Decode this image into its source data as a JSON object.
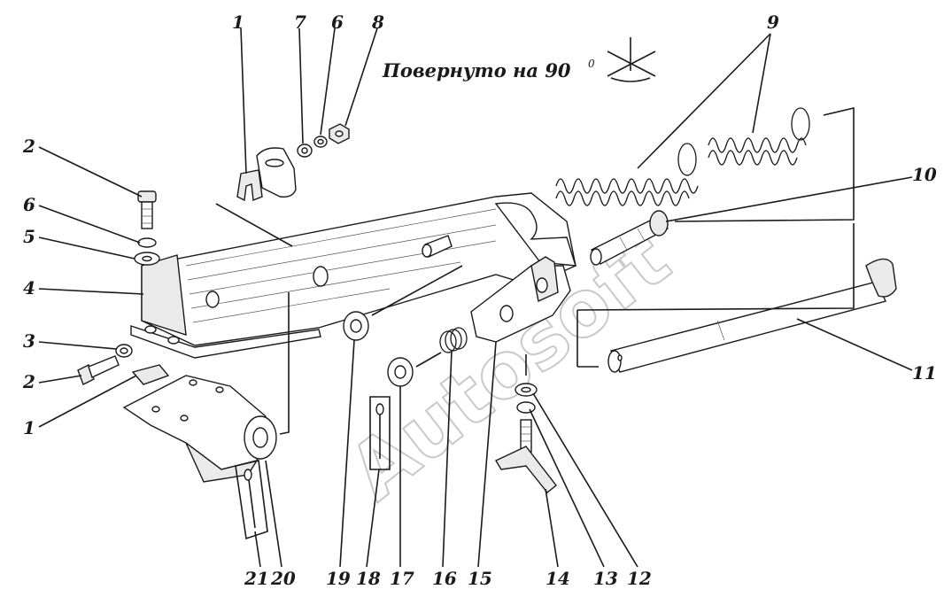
{
  "title_note": "Повернуто на 90",
  "title_note_degree": "0",
  "watermark": "Autosoft",
  "callouts": [
    {
      "id": "c1-top",
      "text": "1"
    },
    {
      "id": "c7",
      "text": "7"
    },
    {
      "id": "c6-top",
      "text": "6"
    },
    {
      "id": "c8",
      "text": "8"
    },
    {
      "id": "c9",
      "text": "9"
    },
    {
      "id": "c10",
      "text": "10"
    },
    {
      "id": "c11",
      "text": "11"
    },
    {
      "id": "c2-top",
      "text": "2"
    },
    {
      "id": "c6-left",
      "text": "6"
    },
    {
      "id": "c5",
      "text": "5"
    },
    {
      "id": "c4",
      "text": "4"
    },
    {
      "id": "c3",
      "text": "3"
    },
    {
      "id": "c2-bottom",
      "text": "2"
    },
    {
      "id": "c1-bottom",
      "text": "1"
    },
    {
      "id": "c21",
      "text": "21"
    },
    {
      "id": "c20",
      "text": "20"
    },
    {
      "id": "c19",
      "text": "19"
    },
    {
      "id": "c18",
      "text": "18"
    },
    {
      "id": "c17",
      "text": "17"
    },
    {
      "id": "c16",
      "text": "16"
    },
    {
      "id": "c15",
      "text": "15"
    },
    {
      "id": "c14",
      "text": "14"
    },
    {
      "id": "c13",
      "text": "13"
    },
    {
      "id": "c12",
      "text": "12"
    }
  ]
}
